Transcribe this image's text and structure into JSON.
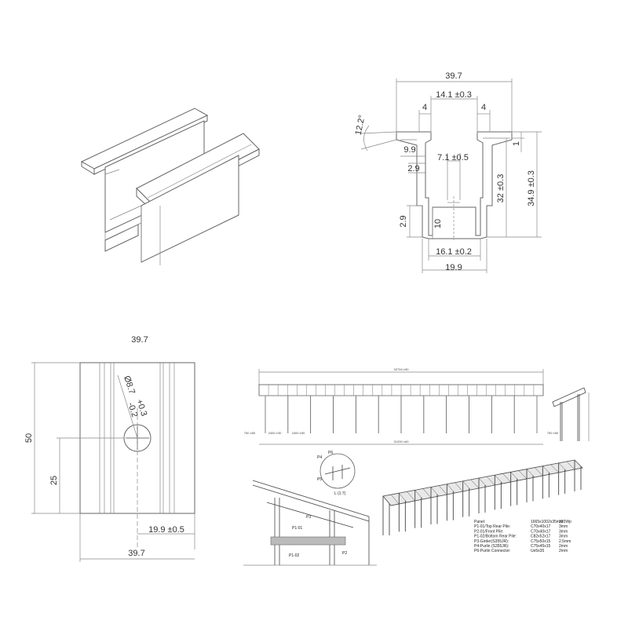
{
  "profile": {
    "overall_width": "39.7",
    "slot_width": "14.1 ±0.3",
    "lip_left": "4",
    "lip_right": "4",
    "angle": "12.2°",
    "flange_depth": "9.9",
    "web_width": "7.1 ±0.5",
    "web_offset": "2.9",
    "inner_height": "32 ±0.3",
    "total_height": "34.9 ±0.3",
    "top_step": "1",
    "foot_offset": "2.9",
    "leg_height": "10",
    "foot_inner": "16.1 ±0.2",
    "foot_outer": "19.9"
  },
  "plan": {
    "top_width": "39.7",
    "height": "50",
    "hole_height": "25",
    "hole_offset": "19.9 ±0.5",
    "bottom_width": "39.7",
    "hole_dia": "Ø8.7",
    "hole_tol_plus": "+0.3",
    "hole_tol_minus": "-0.2"
  },
  "elevation": {
    "overall_top": "32794 ±50",
    "overall_bottom": "31200 ±60",
    "end_left": "750 ±50",
    "end_right": "750 ±50",
    "bay_a": "2400 ±30",
    "bay_b": "2400 ±50"
  },
  "section": {
    "labels": [
      "P1-01",
      "P1-02",
      "P2",
      "P3",
      "P4",
      "P5",
      "P6"
    ],
    "angle": "L (1:7)"
  },
  "legend": [
    {
      "name": "Panel:",
      "spec": "1665x1002x35mm",
      "extra": "320Wp"
    },
    {
      "name": "P1-01/Top Rear Pile:",
      "spec": "C70x40x17",
      "extra": "3mm"
    },
    {
      "name": "P2-01/Front Pile:",
      "spec": "C70x40x17",
      "extra": "3mm"
    },
    {
      "name": "P1-02/Bottom Rear Pile:",
      "spec": "C82x52x17",
      "extra": "3mm"
    },
    {
      "name": "P3-Girder(S355JR):",
      "spec": "C75x50x15",
      "extra": "2.5mm"
    },
    {
      "name": "P4-Purlin (S355JR):",
      "spec": "C75x45x15",
      "extra": "2mm"
    },
    {
      "name": "P6-Purlin Connector:",
      "spec": "Ue5x35",
      "extra": "2mm"
    }
  ]
}
